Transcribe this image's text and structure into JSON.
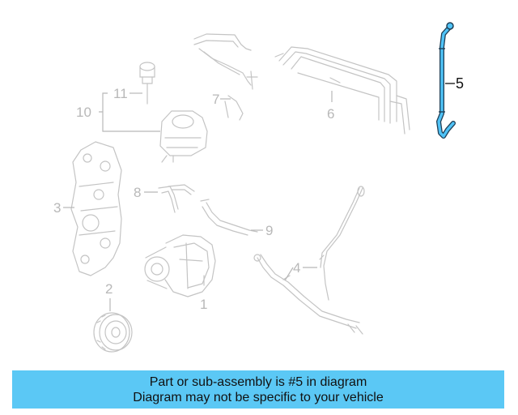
{
  "callouts": {
    "c1": "1",
    "c2": "2",
    "c3": "3",
    "c4": "4",
    "c5": "5",
    "c6": "6",
    "c7": "7",
    "c8": "8",
    "c9": "9",
    "c10": "10",
    "c11": "11"
  },
  "highlighted_part": "5",
  "colors": {
    "highlight": "#4fc3f7",
    "banner": "#5bc8f5",
    "inactive_parts": "#c4c4c4"
  },
  "banner": {
    "line1": "Part or sub-assembly is #5 in diagram",
    "line2": "Diagram may not be specific to your vehicle"
  }
}
